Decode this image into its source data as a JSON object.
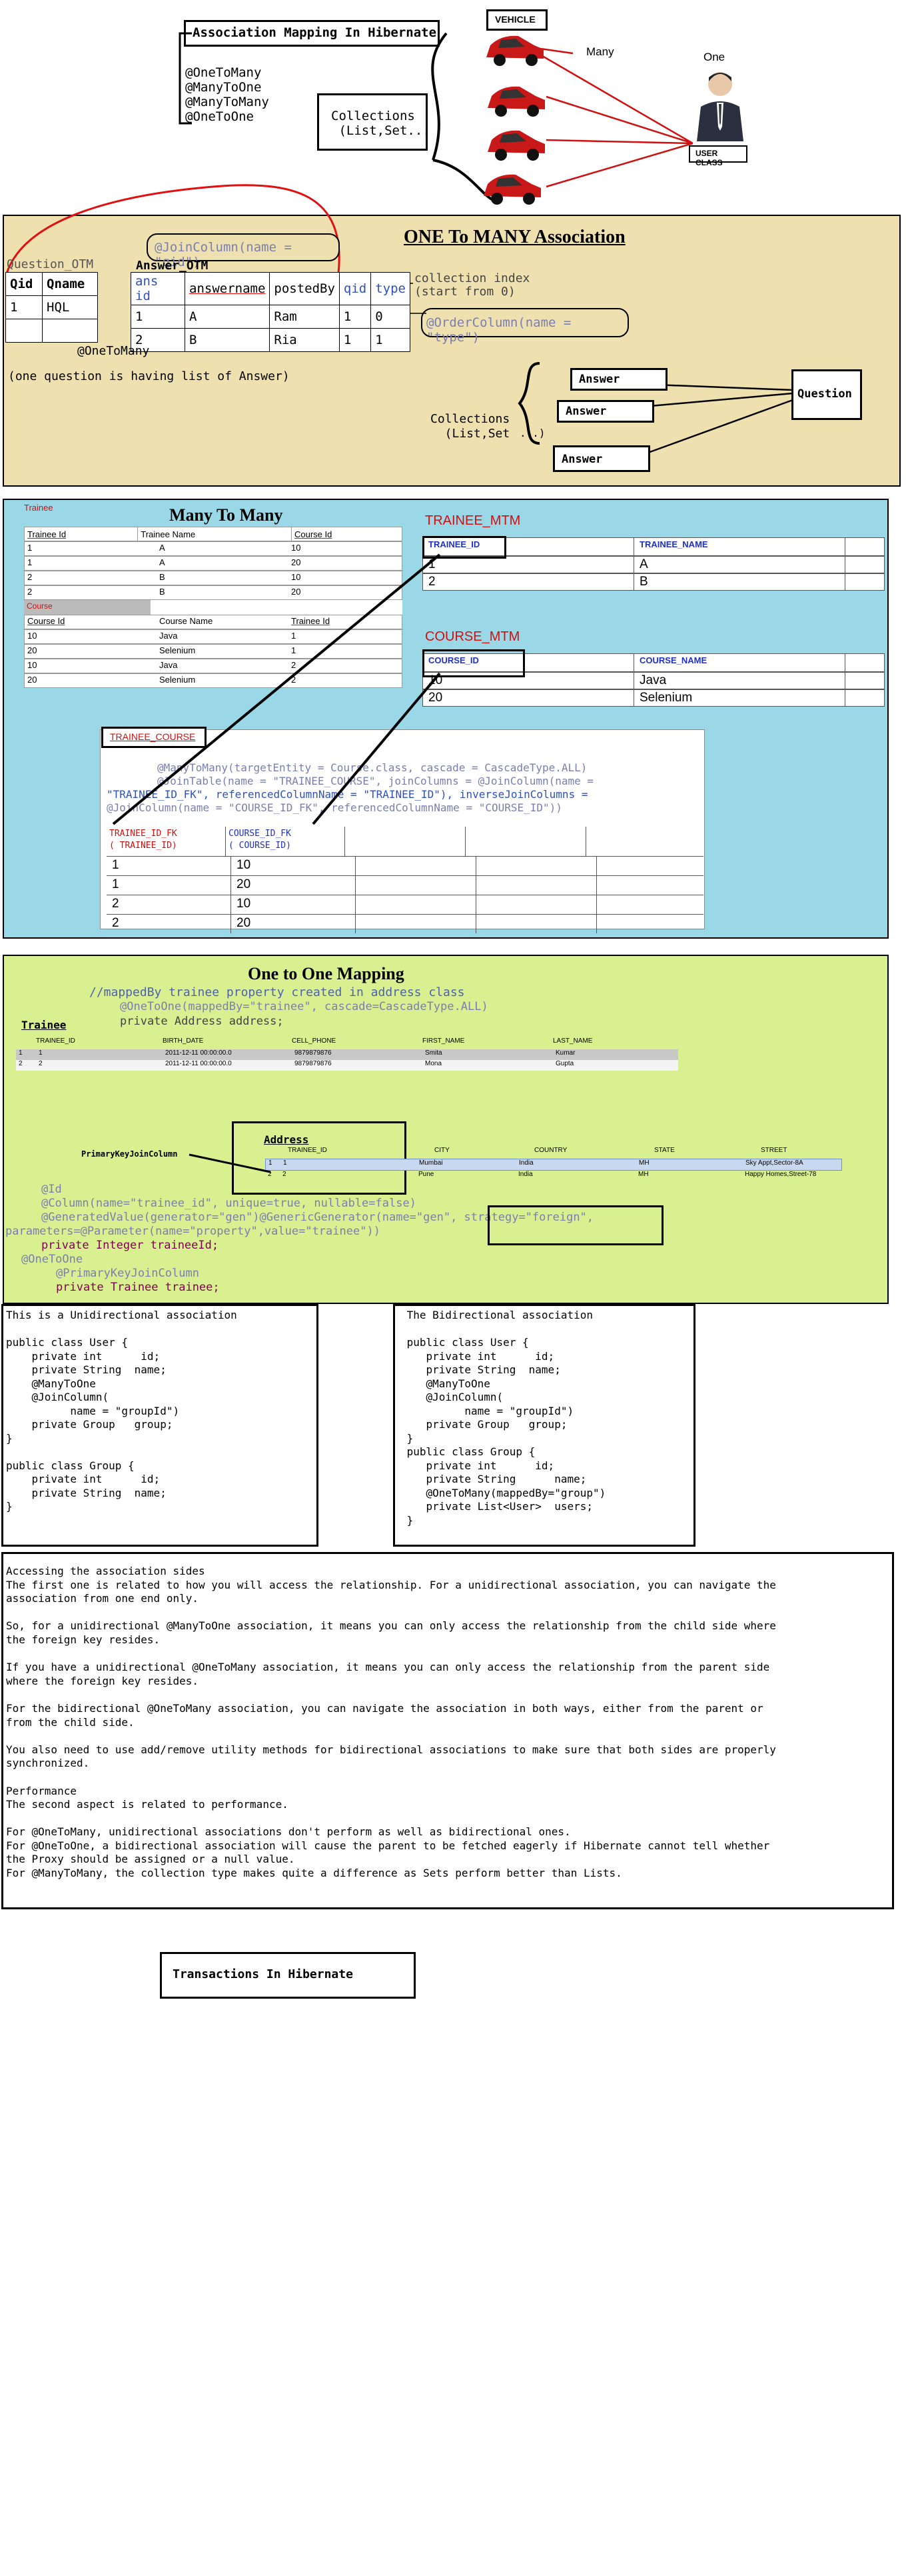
{
  "top": {
    "title": "Association Mapping In Hibernate",
    "list": [
      "@OneToMany",
      "@ManyToOne",
      "@ManyToMany",
      "@OneToOne"
    ],
    "collections": "Collections\n (List,Set...",
    "vehicle": "VEHICLE",
    "many": "Many",
    "one": "One",
    "user_class": "USER CLASS"
  },
  "otm": {
    "title": "ONE To MANY Association",
    "join_column": "@JoinColumn(name = \"qid\")",
    "question_label": "Question_OTM",
    "question_headers": [
      "Qid",
      "Qname"
    ],
    "question_row": [
      "1",
      "HQL"
    ],
    "answer_label": "Answer_OTM",
    "answer_headers": [
      "ans id",
      "answername",
      "postedBy",
      "qid",
      "type"
    ],
    "answer_rows": [
      [
        "1",
        "A",
        "Ram",
        "1",
        "0"
      ],
      [
        "2",
        "B",
        "Ria",
        "1",
        "1"
      ]
    ],
    "collection_index": "collection index\n(start from 0)",
    "order_column": "@OrderColumn(name = \"type\")",
    "one_to_many": "@OneToMany",
    "note": "(one question is having list of Answer)",
    "collections": "Collections\n  (List,Set",
    "collections_dots": "...)",
    "answer_boxes": [
      "Answer",
      "Answer",
      "Answer"
    ],
    "question_box": "Question"
  },
  "mtm": {
    "trainee_small": "Trainee",
    "title": "Many To Many",
    "trainee_headers": [
      "Trainee Id",
      "Trainee Name",
      "Course Id"
    ],
    "trainee_rows": [
      [
        "1",
        "A",
        "10"
      ],
      [
        "1",
        "A",
        "20"
      ],
      [
        "2",
        "B",
        "10"
      ],
      [
        "2",
        "B",
        "20"
      ]
    ],
    "course_small": "Course",
    "course_headers": [
      "Course Id",
      "Course Name",
      "Trainee Id"
    ],
    "course_rows": [
      [
        "10",
        "Java",
        "1"
      ],
      [
        "20",
        "Selenium",
        "1"
      ],
      [
        "10",
        "Java",
        "2"
      ],
      [
        "20",
        "Selenium",
        "2"
      ]
    ],
    "trainee_mtm_label": "TRAINEE_MTM",
    "trainee_mtm_headers": [
      "TRAINEE_ID",
      "TRAINEE_NAME"
    ],
    "trainee_mtm_rows": [
      [
        "1",
        "A"
      ],
      [
        "2",
        "B"
      ]
    ],
    "course_mtm_label": "COURSE_MTM",
    "course_mtm_headers": [
      "COURSE_ID",
      "COURSE_NAME"
    ],
    "course_mtm_rows": [
      [
        "10",
        "Java"
      ],
      [
        "20",
        "Selenium"
      ]
    ],
    "trainee_course_label": "TRAINEE_COURSE",
    "code_line1": "@ManyToMany(targetEntity = Course.class, cascade = CascadeType.ALL)",
    "code_line2": "@JoinTable(name = \"TRAINEE_COURSE\", joinColumns = @JoinColumn(name =",
    "code_line3": "\"TRAINEE_ID_FK\", referencedColumnName = \"TRAINEE_ID\"), inverseJoinColumns =",
    "code_line4": "@JoinColumn(name = \"COURSE_ID_FK\", referencedColumnName = \"COURSE_ID\"))",
    "tc_headers": [
      "TRAINEE_ID_FK\n( TRAINEE_ID)",
      "COURSE_ID_FK\n( COURSE_ID)"
    ],
    "tc_rows": [
      [
        "1",
        "10"
      ],
      [
        "1",
        "20"
      ],
      [
        "2",
        "10"
      ],
      [
        "2",
        "20"
      ]
    ]
  },
  "oto": {
    "title": "One to One Mapping",
    "comment": "//mappedBy trainee property created in address class",
    "code1": "@OneToOne(mappedBy=\"trainee\", cascade=CascadeType.ALL)",
    "code2": "private Address address;",
    "trainee_label": "Trainee",
    "trainee_headers": [
      "TRAINEE_ID",
      "BIRTH_DATE",
      "CELL_PHONE",
      "FIRST_NAME",
      "LAST_NAME"
    ],
    "trainee_rows": [
      [
        "1",
        "1",
        "2011-12-11 00:00:00.0",
        "9879879876",
        "Smita",
        "Kumar"
      ],
      [
        "2",
        "2",
        "2011-12-11 00:00:00.0",
        "9879879876",
        "Mona",
        "Gupta"
      ]
    ],
    "pk_join": "PrimaryKeyJoinColumn",
    "address_label": "Address",
    "address_headers": [
      "TRAINEE_ID",
      "CITY",
      "COUNTRY",
      "STATE",
      "STREET"
    ],
    "address_rows": [
      [
        "1",
        "1",
        "Mumbai",
        "India",
        "MH",
        "Sky Appt,Sector-8A"
      ],
      [
        "2",
        "2",
        "Pune",
        "India",
        "MH",
        "Happy Homes,Street-78"
      ]
    ],
    "code3": "@Id",
    "code4": "@Column(name=\"trainee_id\",     unique=true, nullable=false)",
    "code5": "@GeneratedValue(generator=\"gen\")@GenericGenerator(name=\"gen\", strategy=\"foreign\",",
    "code6": "parameters=@Parameter(name=\"property\",value=\"trainee\"))",
    "code7": "private Integer traineeId;",
    "code8": "@OneToOne",
    "code9": "@PrimaryKeyJoinColumn",
    "code10": "private Trainee trainee;"
  },
  "uni": {
    "text": "This is a Unidirectional association\n\npublic class User {\n    private int      id;\n    private String  name;\n    @ManyToOne\n    @JoinColumn(\n          name = \"groupId\")\n    private Group   group;\n}\n\npublic class Group {\n    private int      id;\n    private String  name;\n}"
  },
  "bi": {
    "text": " The Bidirectional association\n\n public class User {\n    private int      id;\n    private String  name;\n    @ManyToOne\n    @JoinColumn(\n          name = \"groupId\")\n    private Group   group;\n }\n public class Group {\n    private int      id;\n    private String      name;\n    @OneToMany(mappedBy=\"group\")\n    private List<User>  users;\n }"
  },
  "access": {
    "text": "Accessing the association sides\nThe first one is related to how you will access the relationship. For a unidirectional association, you can navigate the\nassociation from one end only.\n\nSo, for a unidirectional @ManyToOne association, it means you can only access the relationship from the child side where\nthe foreign key resides.\n\nIf you have a unidirectional @OneToMany association, it means you can only access the relationship from the parent side\nwhere the foreign key resides.\n\nFor the bidirectional @OneToMany association, you can navigate the association in both ways, either from the parent or\nfrom the child side.\n\nYou also need to use add/remove utility methods for bidirectional associations to make sure that both sides are properly\nsynchronized.\n\nPerformance\nThe second aspect is related to performance.\n\nFor @OneToMany, unidirectional associations don't perform as well as bidirectional ones.\nFor @OneToOne, a bidirectional association will cause the parent to be fetched eagerly if Hibernate cannot tell whether\nthe Proxy should be assigned or a null value.\nFor @ManyToMany, the collection type makes quite a difference as Sets perform better than Lists."
  },
  "transactions": "Transactions  In Hibernate",
  "colors": {
    "otm_bg": "#efe0b0",
    "mtm_bg": "#9ad8e8",
    "oto_bg": "#d8f090",
    "red": "#d01010",
    "blue": "#3050c0"
  }
}
